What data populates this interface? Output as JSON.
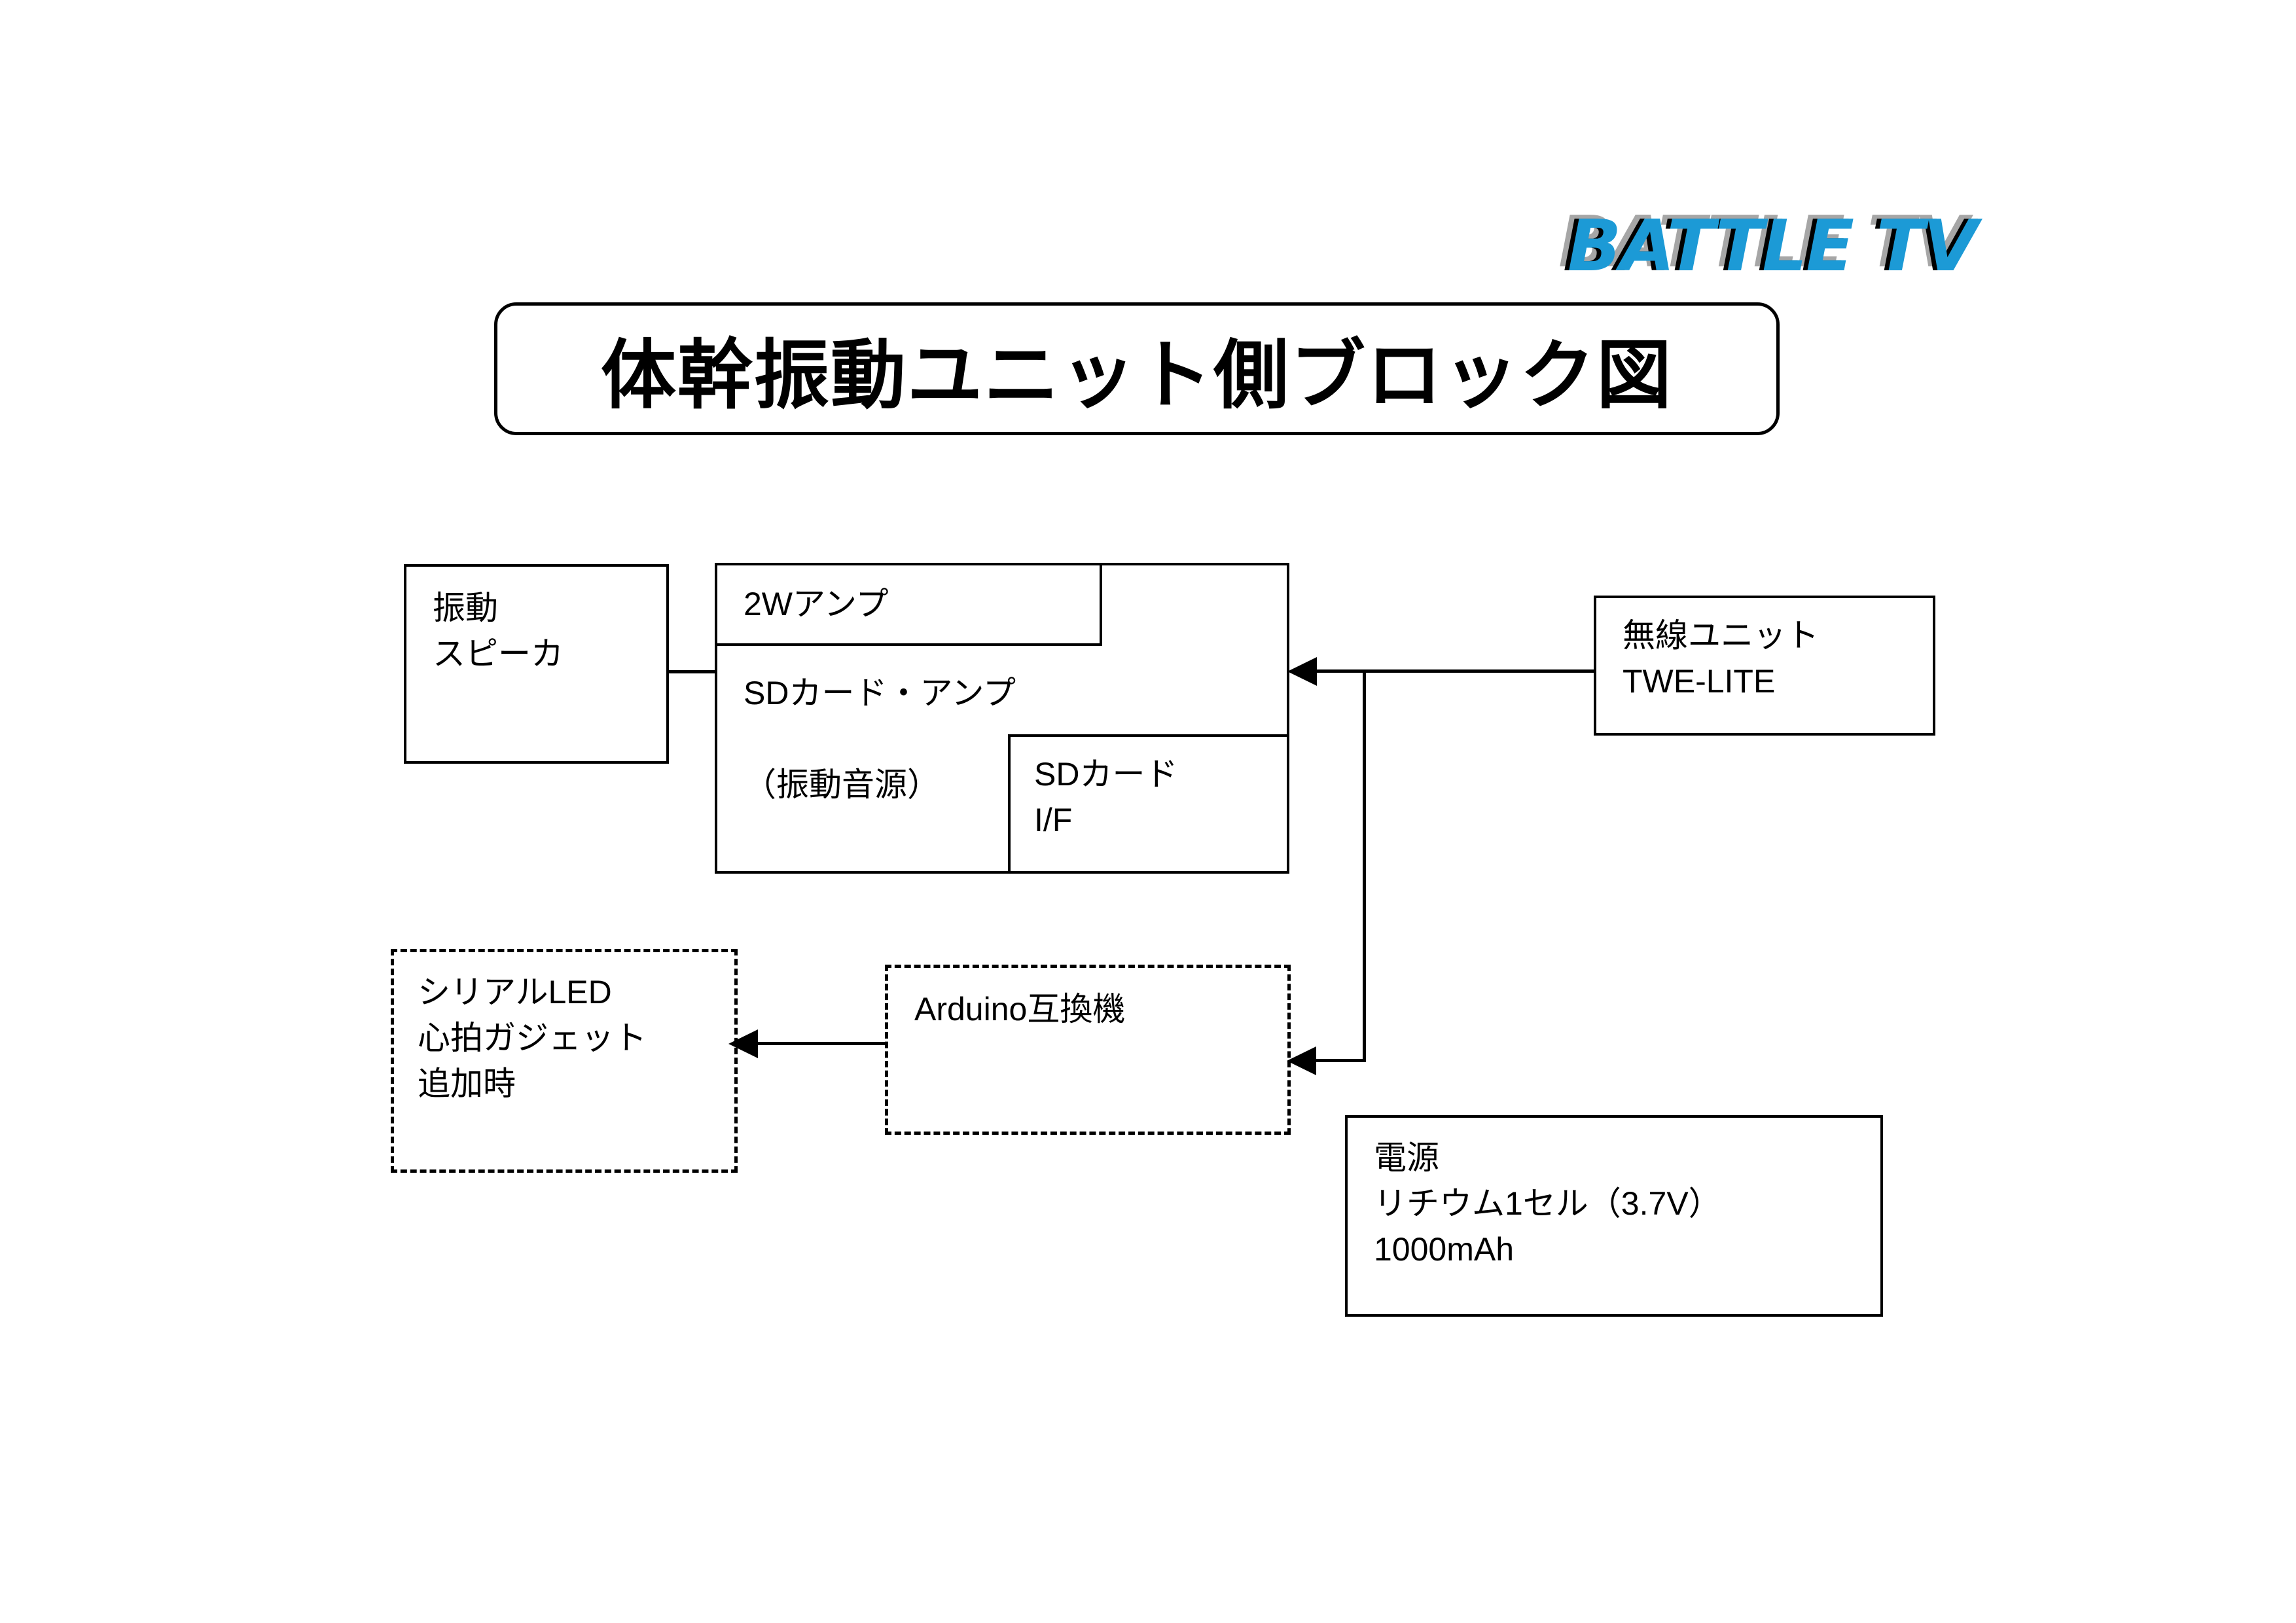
{
  "logo": {
    "text": "BATTLE TV",
    "colors": {
      "front": "#1c9ad6",
      "shadow_black": "#000000",
      "shadow_gray": "#a6a6a6"
    }
  },
  "title": {
    "text": "体幹振動ユニット側ブロック図"
  },
  "diagram": {
    "blocks": [
      {
        "id": "speaker",
        "label": "振動\nスピーカ",
        "style": "solid"
      },
      {
        "id": "amp-outer",
        "label": "SDカード・アンプ\n\n（振動音源）",
        "style": "solid"
      },
      {
        "id": "amp-2w",
        "label": "2Wアンプ",
        "style": "solid"
      },
      {
        "id": "sdcard-if",
        "label": "SDカード\nI/F",
        "style": "solid"
      },
      {
        "id": "wireless",
        "label": "無線ユニット\nTWE-LITE",
        "style": "solid"
      },
      {
        "id": "serial-led",
        "label": "シリアルLED\n心拍ガジェット\n追加時",
        "style": "dashed"
      },
      {
        "id": "arduino",
        "label": "Arduino互換機",
        "style": "dashed"
      },
      {
        "id": "power",
        "label": "電源\nリチウム1セル（3.7V）\n1000mAh",
        "style": "solid"
      }
    ],
    "connections": [
      {
        "from": "speaker",
        "to": "amp-outer",
        "arrow": false
      },
      {
        "from": "wireless",
        "to": "amp-outer",
        "arrow": true
      },
      {
        "from": "wireless",
        "to": "arduino",
        "arrow": true
      },
      {
        "from": "arduino",
        "to": "serial-led",
        "arrow": true
      }
    ]
  }
}
